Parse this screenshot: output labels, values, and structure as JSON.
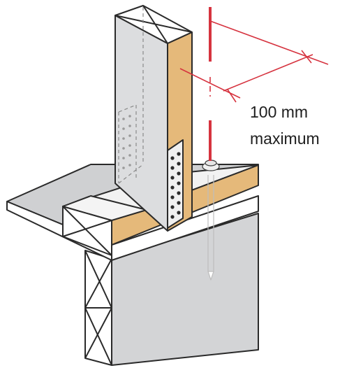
{
  "annotation": {
    "distance": "100 mm",
    "qualifier": "maximum"
  },
  "colors": {
    "timber": "#e5b97a",
    "concrete": "#d5d6d8",
    "post_face": "#dcdddf",
    "outline": "#2a2a2a",
    "dimension": "#d6333f",
    "plate": "#f0f0f0"
  },
  "icons": {
    "connector": "nail-plate",
    "fastener": "anchor-bolt"
  }
}
